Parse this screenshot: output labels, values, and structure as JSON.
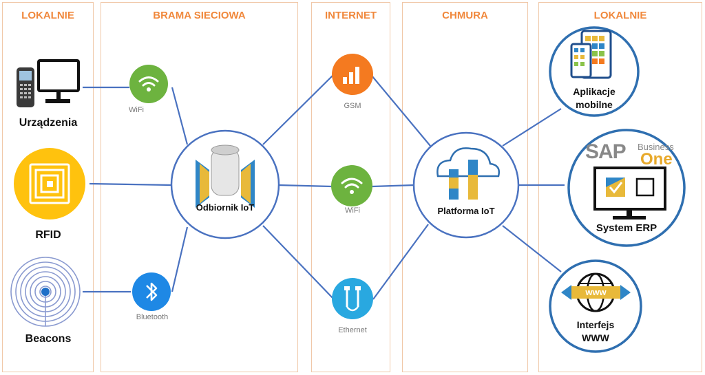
{
  "columns": {
    "local_left": "LOKALNIE",
    "gateway": "BRAMA SIECIOWA",
    "internet": "INTERNET",
    "cloud": "CHMURA",
    "local_right": "LOKALNIE"
  },
  "devices": {
    "urzadzenia": "Urządzenia",
    "rfid": "RFID",
    "beacons": "Beacons"
  },
  "gateway_links": {
    "wifi": "WiFi",
    "bluetooth": "Bluetooth"
  },
  "hub": {
    "label": "Odbiornik IoT"
  },
  "internet_links": {
    "gsm": "GSM",
    "wifi": "WiFi",
    "ethernet": "Ethernet"
  },
  "platform": {
    "label": "Platforma IoT"
  },
  "outputs": {
    "mobile_line1": "Aplikacje",
    "mobile_line2": "mobilne",
    "sap_brand": "SAP",
    "sap_business": "Business",
    "sap_one": "One",
    "erp": "System ERP",
    "www_badge": "www",
    "web_line1": "Interfejs",
    "web_line2": "WWW"
  },
  "colors": {
    "accent_orange": "#f0883c",
    "line_blue": "#4a72c0",
    "wifi_green": "#6db33f",
    "bluetooth_blue": "#1e88e5",
    "gsm_orange": "#f47a20",
    "ethernet_blue": "#29a8e0",
    "rfid_yellow": "#ffc20e"
  }
}
